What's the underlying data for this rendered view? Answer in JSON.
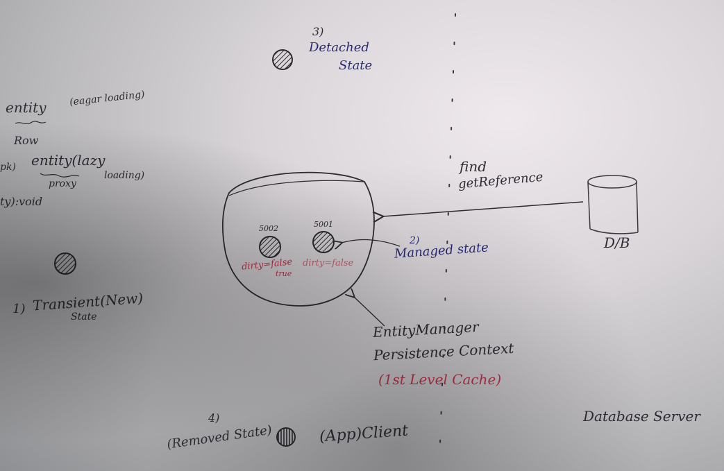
{
  "whiteboard": {
    "left_notes": {
      "entity": "entity",
      "eager_loading": "(eagar loading)",
      "row": "Row",
      "pk_prefix": "pk)",
      "entity_lazy": "entity(lazy",
      "proxy": "proxy",
      "loading": "loading)",
      "void_line": "ty):void"
    },
    "states": {
      "transient_number": "1)",
      "transient_label": "Transient(New)",
      "transient_state": "State",
      "managed_number": "2)",
      "managed_label": "Managed state",
      "detached_number": "3)",
      "detached_label": "Detached",
      "detached_state": "State",
      "removed_number": "4)",
      "removed_label": "(Removed State)"
    },
    "context": {
      "entity_id_1": "5002",
      "entity_id_2": "5001",
      "dirty_1": "dirty=false",
      "dirty_1_sub": "true",
      "dirty_2": "dirty=false",
      "entity_manager": "EntityManager",
      "persistence_context": "Persistence Context",
      "cache": "(1st Level Cache)"
    },
    "arrow_labels": {
      "find": "find",
      "get_reference": "getReference"
    },
    "db": {
      "label": "D/B",
      "server": "Database Server"
    },
    "client": {
      "label": "(App)Client"
    }
  }
}
